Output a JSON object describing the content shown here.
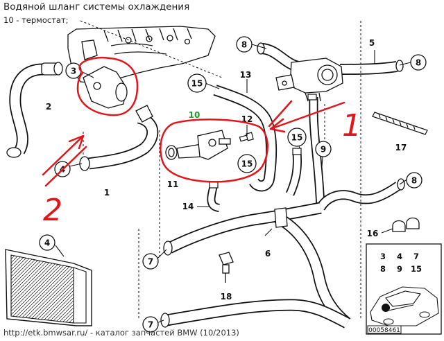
{
  "header": {
    "title": "Водяной шланг системы охлаждения",
    "subtitle": "10 - термостат;"
  },
  "footer": {
    "text": "http://etk.bmwsar.ru/ - каталог запчастей BMW (10/2013)"
  },
  "callouts": {
    "c3": "3",
    "c8a": "8",
    "c5": "5",
    "c8b": "8",
    "c2": "2",
    "c15a": "15",
    "c13": "13",
    "c10": "10",
    "c12": "12",
    "c15b": "15",
    "c15c": "15",
    "c9": "9",
    "c17": "17",
    "c4a": "4",
    "c1": "1",
    "c11": "11",
    "c8c": "8",
    "c14": "14",
    "c16": "16",
    "c6": "6",
    "c4b": "4",
    "c7a": "7",
    "c18": "18",
    "c7b": "7"
  },
  "annotations": {
    "arrow_label_1": "1",
    "arrow_label_2": "2"
  },
  "reference_box": {
    "row1": [
      "3",
      "4",
      "7"
    ],
    "row2": [
      "8",
      "9",
      "15"
    ],
    "catalog_number": "00058461"
  },
  "colors": {
    "annotation": "#e0161b",
    "thermostat_label": "#1f9a2a",
    "line": "#111111"
  }
}
